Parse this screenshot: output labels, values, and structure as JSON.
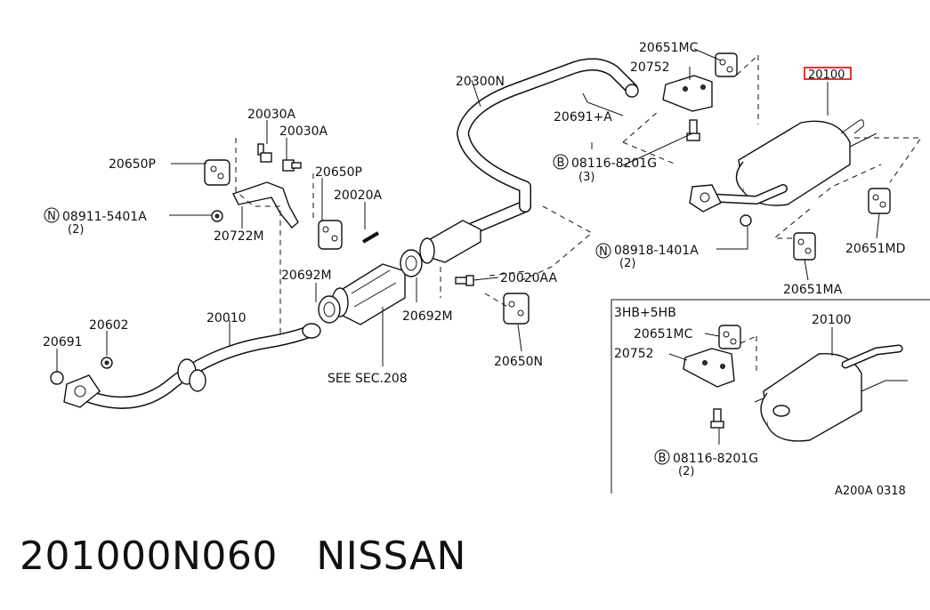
{
  "footer": {
    "part_number": "201000N060",
    "brand": "NISSAN"
  },
  "diagram": {
    "code": "A200A 0318",
    "highlight_color": "#e00000",
    "inset_title": "3HB+5HB",
    "labels": {
      "p20651MC": "20651MC",
      "p20752": "20752",
      "p20100": "20100",
      "p20300N": "20300N",
      "p20691A": "20691+A",
      "b08116": "08116-8201G",
      "b08116_qty": "(3)",
      "p20030A_1": "20030A",
      "p20030A_2": "20030A",
      "p20650P_1": "20650P",
      "p20650P_2": "20650P",
      "p20020A": "20020A",
      "n08911": "08911-5401A",
      "n08911_qty": "(2)",
      "p20722M": "20722M",
      "p20692M_1": "20692M",
      "p20692M_2": "20692M",
      "p20020AA": "20020AA",
      "n08918": "08918-1401A",
      "n08918_qty": "(2)",
      "p20651MD": "20651MD",
      "p20651MA": "20651MA",
      "p20010": "20010",
      "p20602": "20602",
      "p20691": "20691",
      "p20650N": "20650N",
      "see_sec": "SEE SEC.208",
      "inset_20651MC": "20651MC",
      "inset_20100": "20100",
      "inset_20752": "20752",
      "inset_b08116": "08116-8201G",
      "inset_b08116_qty": "(2)"
    },
    "markers": {
      "n": "N",
      "b": "B"
    }
  }
}
